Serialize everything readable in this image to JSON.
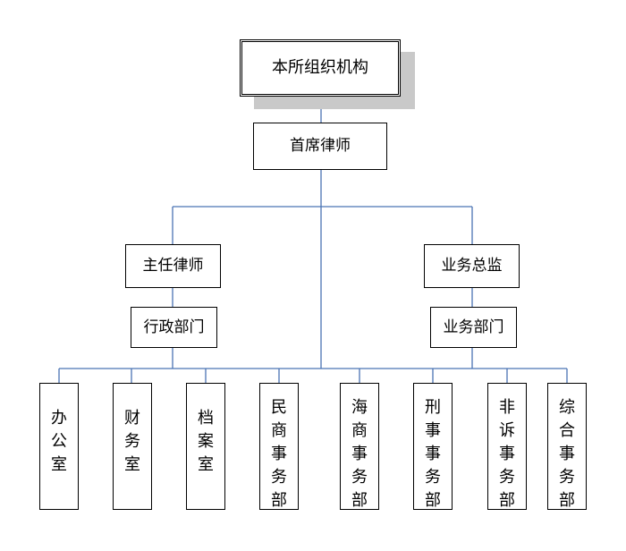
{
  "org_chart": {
    "root": "本所组织机构",
    "chief": "首席律师",
    "director": "主任律师",
    "supervisor": "业务总监",
    "admin_dept": "行政部门",
    "business_dept": "业务部门",
    "units": [
      {
        "label": "办公室",
        "chars": [
          "办",
          "公",
          "室"
        ]
      },
      {
        "label": "财务室",
        "chars": [
          "财",
          "务",
          "室"
        ]
      },
      {
        "label": "档案室",
        "chars": [
          "档",
          "案",
          "室"
        ]
      },
      {
        "label": "民商事务部",
        "chars": [
          "民",
          "商",
          "事",
          "务",
          "部"
        ]
      },
      {
        "label": "海商事务部",
        "chars": [
          "海",
          "商",
          "事",
          "务",
          "部"
        ]
      },
      {
        "label": "刑事事务部",
        "chars": [
          "刑",
          "事",
          "事",
          "务",
          "部"
        ]
      },
      {
        "label": "非诉事务部",
        "chars": [
          "非",
          "诉",
          "事",
          "务",
          "部"
        ]
      },
      {
        "label": "综合事务部",
        "chars": [
          "综",
          "合",
          "事",
          "务",
          "部"
        ]
      }
    ],
    "colors": {
      "connector": "#4a74b4",
      "border": "#000000",
      "shadow": "#c9c9c9"
    }
  }
}
